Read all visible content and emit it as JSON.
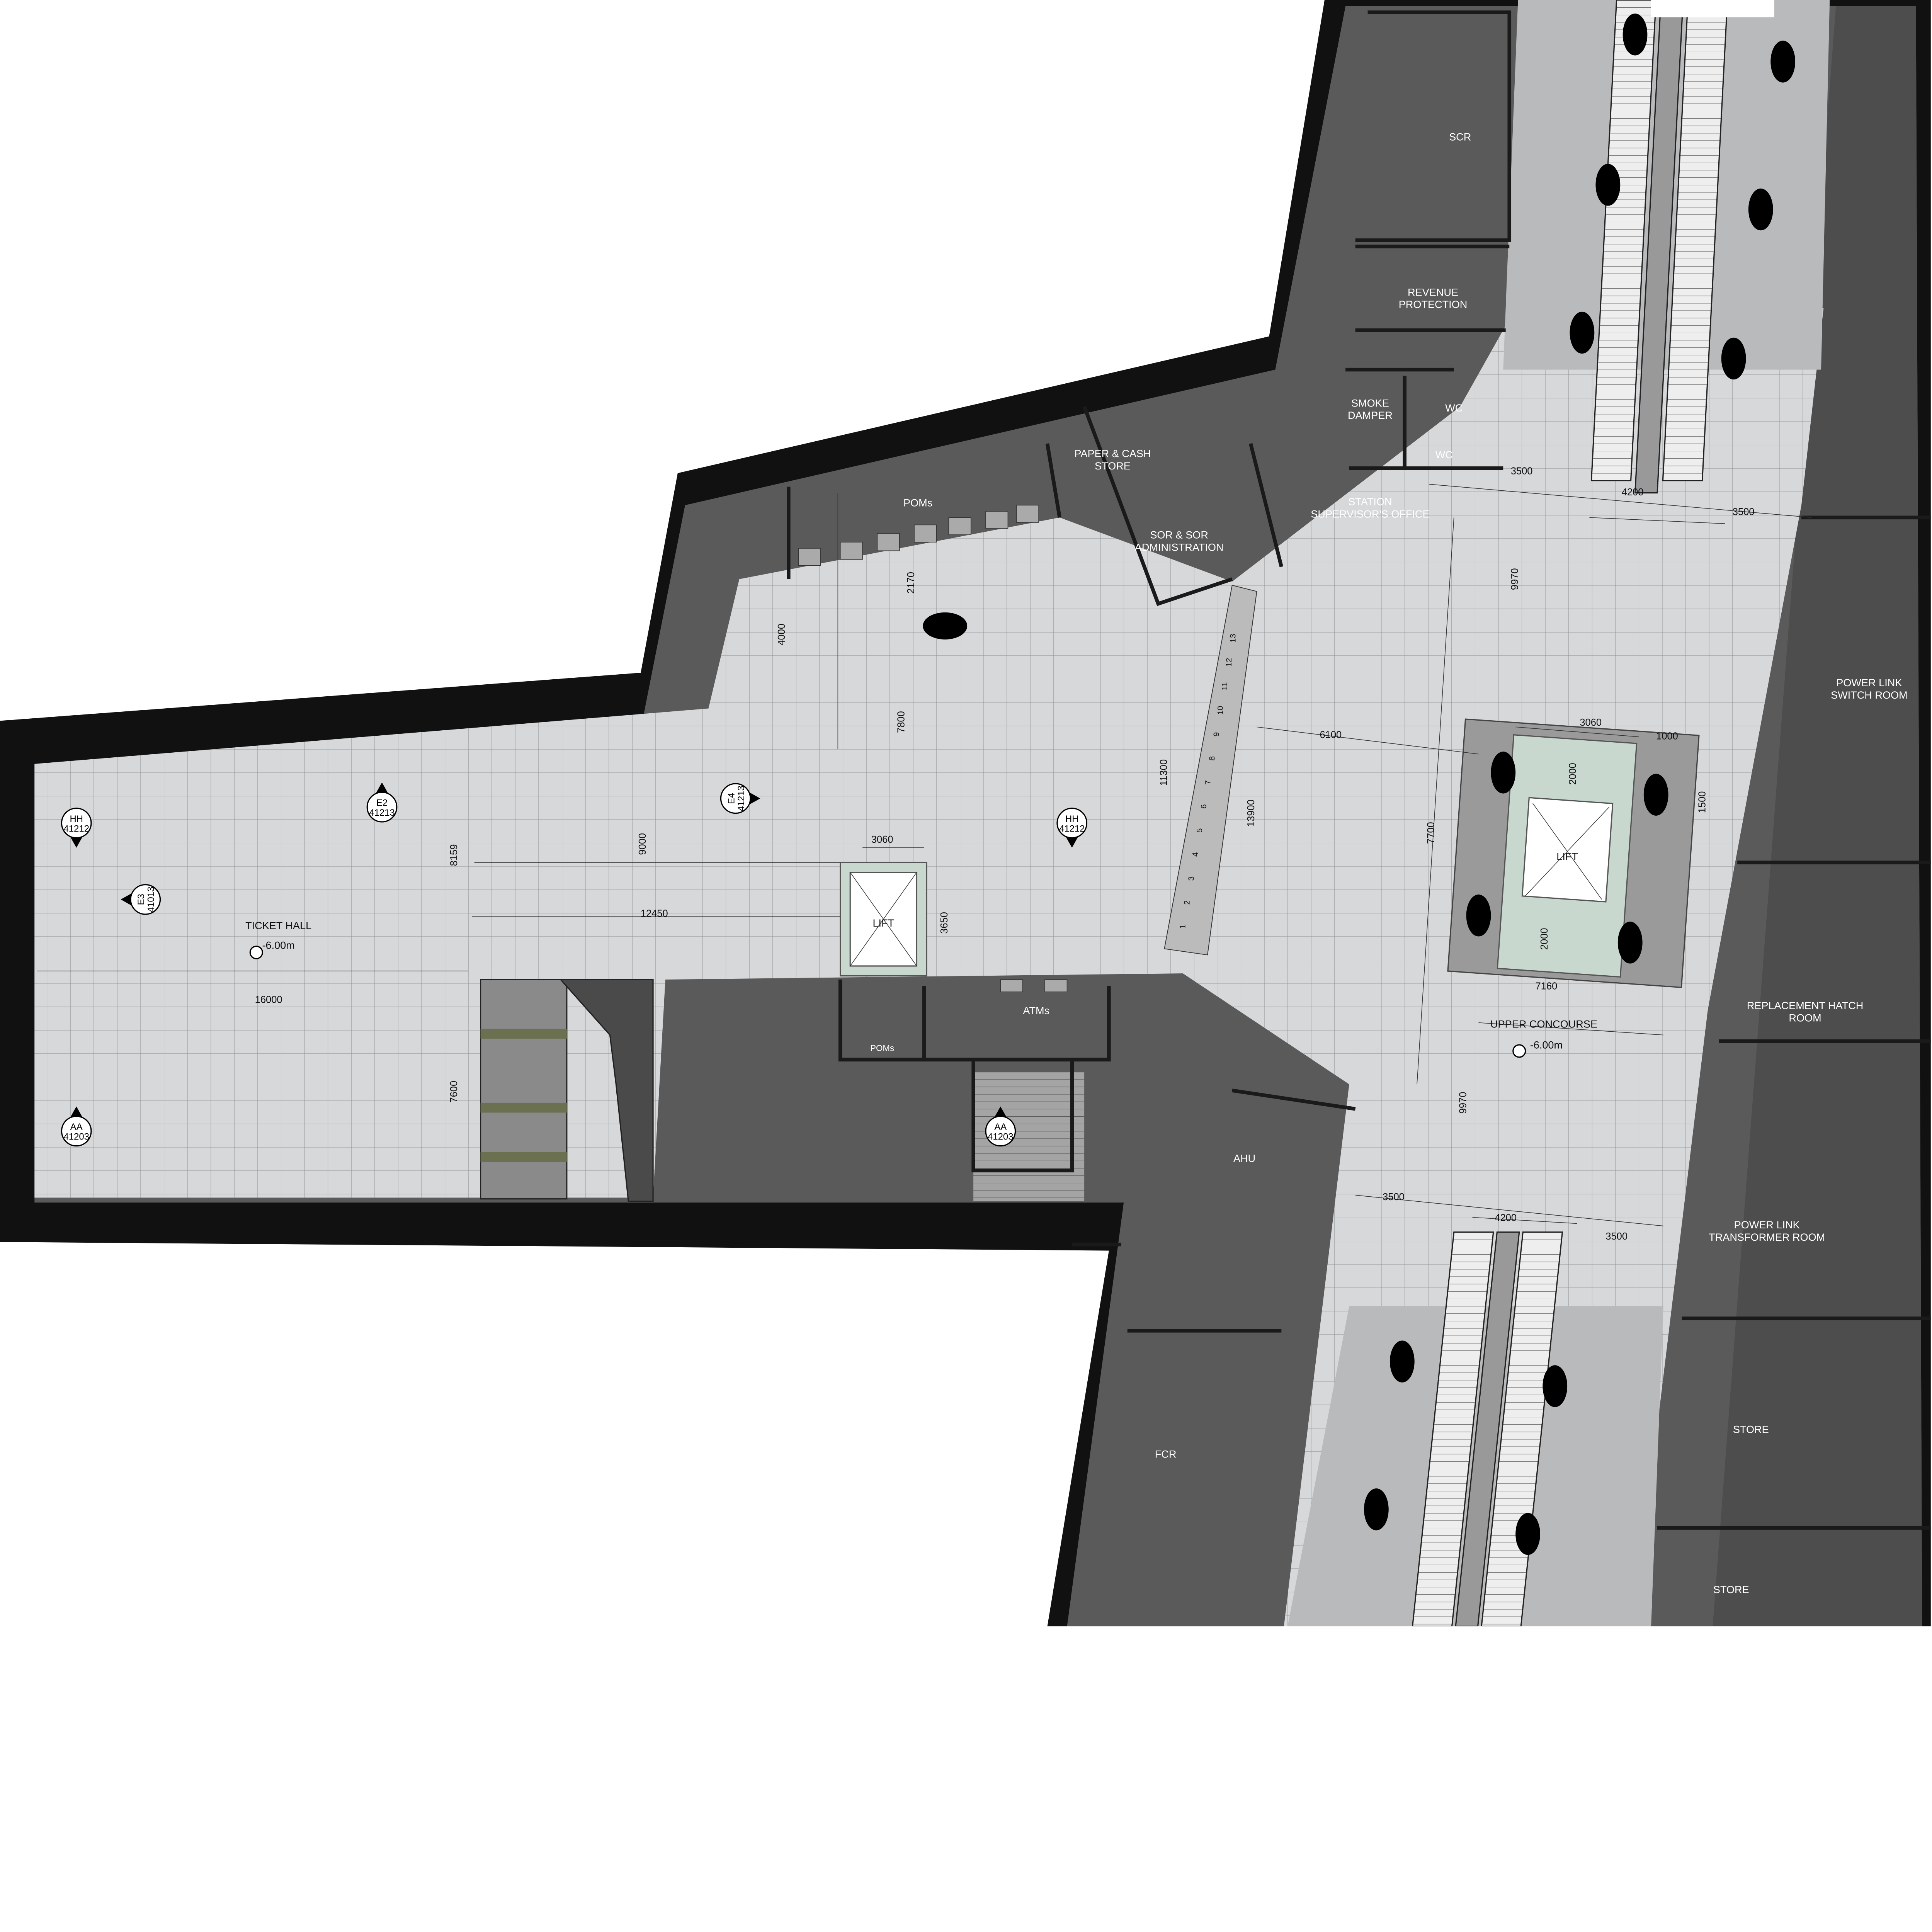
{
  "rooms": {
    "scr": [
      "SCR"
    ],
    "revenue": [
      "REVENUE",
      "PROTECTION"
    ],
    "smoke": [
      "SMOKE",
      "DAMPER"
    ],
    "wc1": [
      "WC"
    ],
    "wc2": [
      "WC"
    ],
    "paper": [
      "PAPER & CASH",
      "STORE"
    ],
    "poms": [
      "POMs"
    ],
    "sor": [
      "SOR & SOR",
      "ADMINISTRATION"
    ],
    "supervisor": [
      "STATION",
      "SUPERVISOR'S OFFICE"
    ],
    "switch": [
      "POWER LINK",
      "SWITCH ROOM"
    ],
    "hatch": [
      "REPLACEMENT HATCH",
      "ROOM"
    ],
    "transformer": [
      "POWER LINK",
      "TRANSFORMER ROOM"
    ],
    "store1": [
      "STORE"
    ],
    "store2": [
      "STORE"
    ],
    "fcr": [
      "FCR"
    ],
    "ahu": [
      "AHU"
    ],
    "atms": [
      "ATMs"
    ],
    "poms_small": [
      "POMs"
    ]
  },
  "floor_labels": {
    "ticket_hall": "TICKET HALL",
    "ticket_level": "-6.00m",
    "upper_concourse": "UPPER CONCOURSE",
    "concourse_level": "-6.00m",
    "lift1": "LIFT",
    "lift2": "LIFT"
  },
  "dimensions": {
    "top_left_3500": "3500",
    "top_4200": "4200",
    "top_right_3500": "3500",
    "top_9970": "9970",
    "d6100": "6100",
    "d3060_right": "3060",
    "d1000": "1000",
    "d2000_top": "2000",
    "d1500": "1500",
    "d7700": "7700",
    "d2000_bottom": "2000",
    "d7160": "7160",
    "bottom_9970": "9970",
    "bottom_left_3500": "3500",
    "bottom_4200": "4200",
    "bottom_right_3500": "3500",
    "d11300": "11300",
    "d13900": "13900",
    "d7800": "7800",
    "d4000": "4000",
    "d2170": "2170",
    "d9000": "9000",
    "d3060_left": "3060",
    "d12450": "12450",
    "d3650": "3650",
    "d8159": "8159",
    "d16000": "16000",
    "d7600": "7600"
  },
  "section_markers": [
    {
      "code": "HH",
      "sheet": "41212"
    },
    {
      "code": "E2",
      "sheet": "41213"
    },
    {
      "code": "E4",
      "sheet": "41213"
    },
    {
      "code": "HH",
      "sheet": "41212"
    },
    {
      "code": "E3",
      "sheet": "41013"
    },
    {
      "code": "AA",
      "sheet": "41203"
    },
    {
      "code": "AA",
      "sheet": "41203"
    }
  ],
  "stair_numbers": [
    "1",
    "2",
    "3",
    "4",
    "5",
    "6",
    "7",
    "8",
    "9",
    "10",
    "11",
    "12",
    "13"
  ],
  "colors": {
    "wall": "#111111",
    "room": "#5a5a5a",
    "floor": "#d4d6d8",
    "glass": "#c9d8cf"
  }
}
